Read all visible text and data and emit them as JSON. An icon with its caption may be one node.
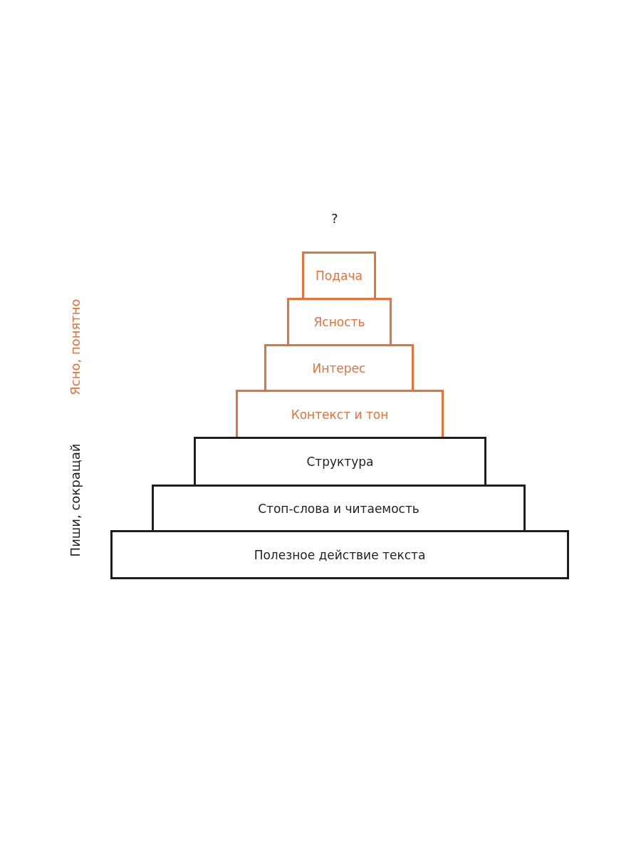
{
  "diagram": {
    "nodes": [
      {
        "text": [
          "Подача"
        ]
      },
      {
        "text": [
          "Ясность"
        ]
      },
      {
        "text": [
          "Интерес"
        ]
      },
      {
        "text": [
          "Контекст и тон"
        ]
      },
      {
        "text": [
          "Структура"
        ]
      },
      {
        "text": [
          "Стоп-слова и читаемость"
        ]
      },
      {
        "text": [
          "Полезное действие текста"
        ]
      }
    ],
    "labels": [
      "?",
      "Ясно, понятно",
      "Пиши, сокращай"
    ]
  }
}
